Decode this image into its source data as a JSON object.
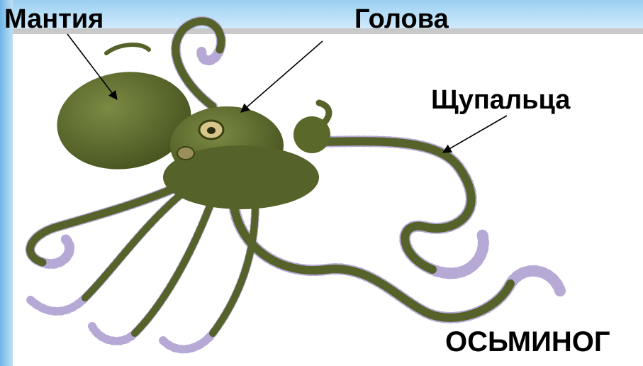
{
  "labels": {
    "mantle": "Мантия",
    "head": "Голова",
    "tentacles": "Щупальца",
    "title": "ОСЬМИНОГ"
  },
  "colors": {
    "frame_blue": "#8cc6ec",
    "octopus_body": "#5c6a2e",
    "suckers": "#b7a9d6",
    "arrow": "#000000"
  },
  "illustration": "octopus-drawing"
}
